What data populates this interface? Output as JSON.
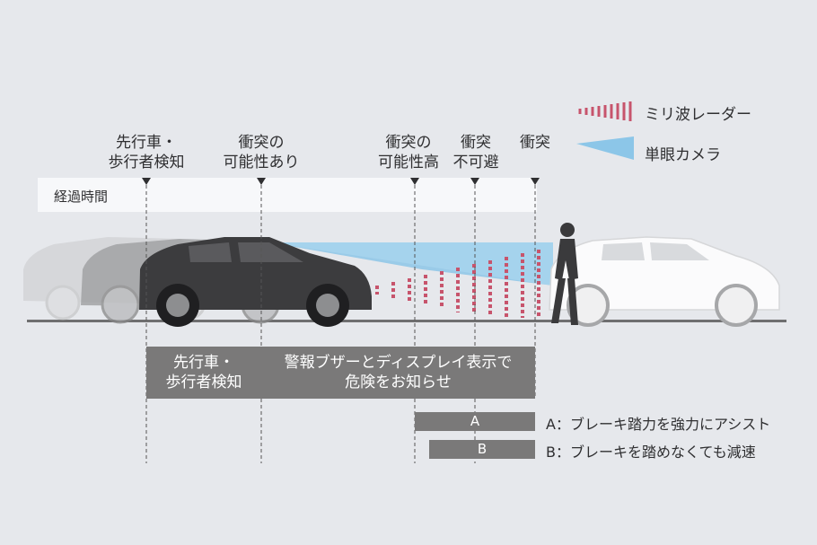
{
  "legend": {
    "radar_label": "ミリ波レーダー",
    "camera_label": "単眼カメラ",
    "radar_color": "#c7546c",
    "camera_color": "#8cc6e8"
  },
  "timeline": {
    "axis_label": "経過時間",
    "milestones": [
      {
        "line1": "先行車・",
        "line2": "歩行者検知"
      },
      {
        "line1": "衝突の",
        "line2": "可能性あり"
      },
      {
        "line1": "衝突の",
        "line2": "可能性高"
      },
      {
        "line1": "衝突",
        "line2": "不可避"
      },
      {
        "line1": "",
        "line2": "衝突"
      }
    ]
  },
  "stages": {
    "detect_line1": "先行車・",
    "detect_line2": "歩行者検知",
    "warning_line1": "警報ブザーとディスプレイ表示で",
    "warning_line2": "危険をお知らせ"
  },
  "actions": [
    {
      "bar_label": "A",
      "description": "A：ブレーキ踏力を強力にアシスト"
    },
    {
      "bar_label": "B",
      "description": "B：ブレーキを踏めなくても減速"
    }
  ]
}
